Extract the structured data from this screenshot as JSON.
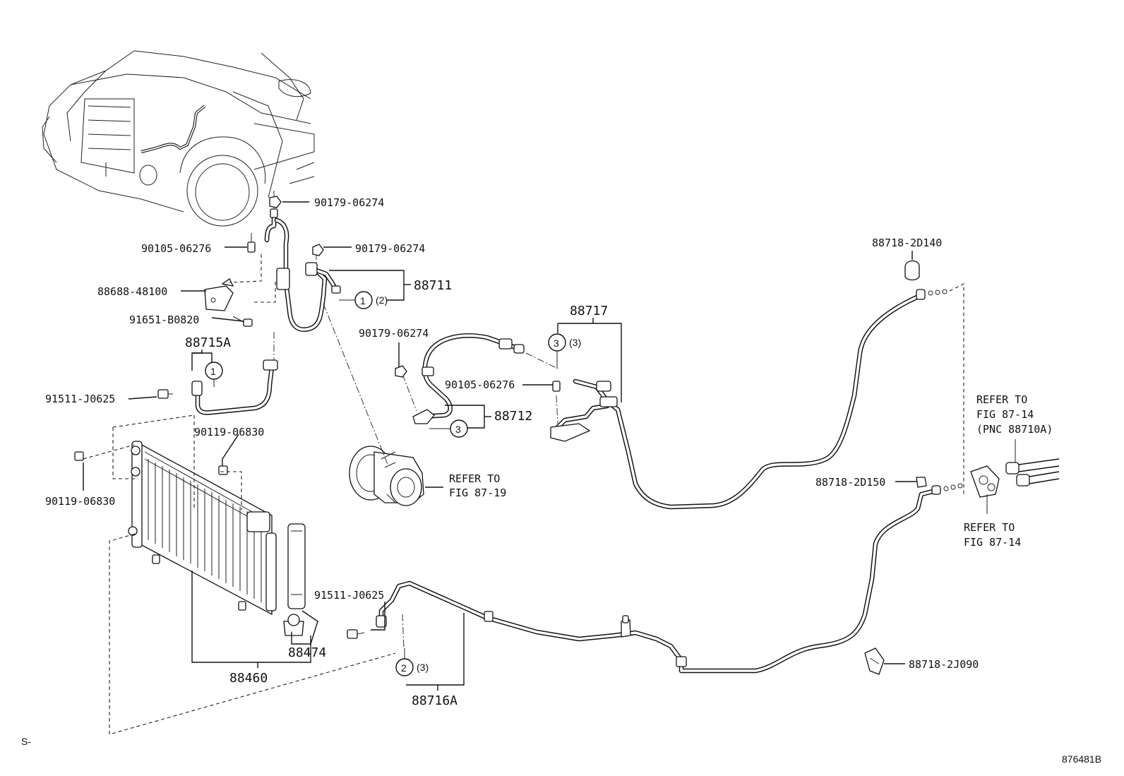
{
  "labels": {
    "p90179_top": "90179-06274",
    "p90105_left": "90105-06276",
    "p90179_mid": "90179-06274",
    "p88688": "88688-48100",
    "p91651": "91651-B0820",
    "p88715a": "88715A",
    "p91511_left": "91511-J0625",
    "p90119_upper": "90119-06830",
    "p90119_lower": "90119-06830",
    "p88711": "88711",
    "p90179_compressor": "90179-06274",
    "p88712": "88712",
    "p88717": "88717",
    "p90105_mid": "90105-06276",
    "p88718_2d140": "88718-2D140",
    "p88718_2d150": "88718-2D150",
    "p88474": "88474",
    "p88460": "88460",
    "p91511_lower": "91511-J0625",
    "p88716a": "88716A",
    "p88718_2j090": "88718-2J090",
    "refer_compressor_1": "REFER TO",
    "refer_compressor_2": "FIG 87-19",
    "refer_right_top_1": "REFER TO",
    "refer_right_top_2": "FIG 87-14",
    "refer_right_top_3": "(PNC 88710A)",
    "refer_right_bot_1": "REFER TO",
    "refer_right_bot_2": "FIG 87-14",
    "corner_left": "S-",
    "corner_right": "876481B"
  },
  "callouts": {
    "c1_88711_num": "1",
    "c1_88711_qty": "(2)",
    "c1_88715a_num": "1",
    "c3_88717_num": "3",
    "c3_88717_qty": "(3)",
    "c3_88712_num": "3",
    "c2_88716a_num": "2",
    "c2_88716a_qty": "(3)"
  }
}
